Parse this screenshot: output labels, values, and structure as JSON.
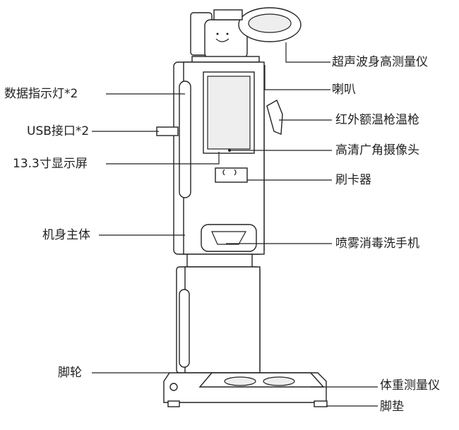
{
  "left_labels": {
    "indicator": "数据指示灯*2",
    "usb": "USB接口*2",
    "screen": "13.3寸显示屏",
    "body": "机身主体",
    "caster": "脚轮"
  },
  "right_labels": {
    "ultrasonic": "超声波身高测量仪",
    "speaker": "喇叭",
    "thermometer": "红外额温枪温枪",
    "camera": "高清广角摄像头",
    "card_reader": "刷卡器",
    "sanitizer": "喷雾消毒洗手机",
    "scale": "体重测量仪",
    "foot_pad": "脚垫"
  }
}
